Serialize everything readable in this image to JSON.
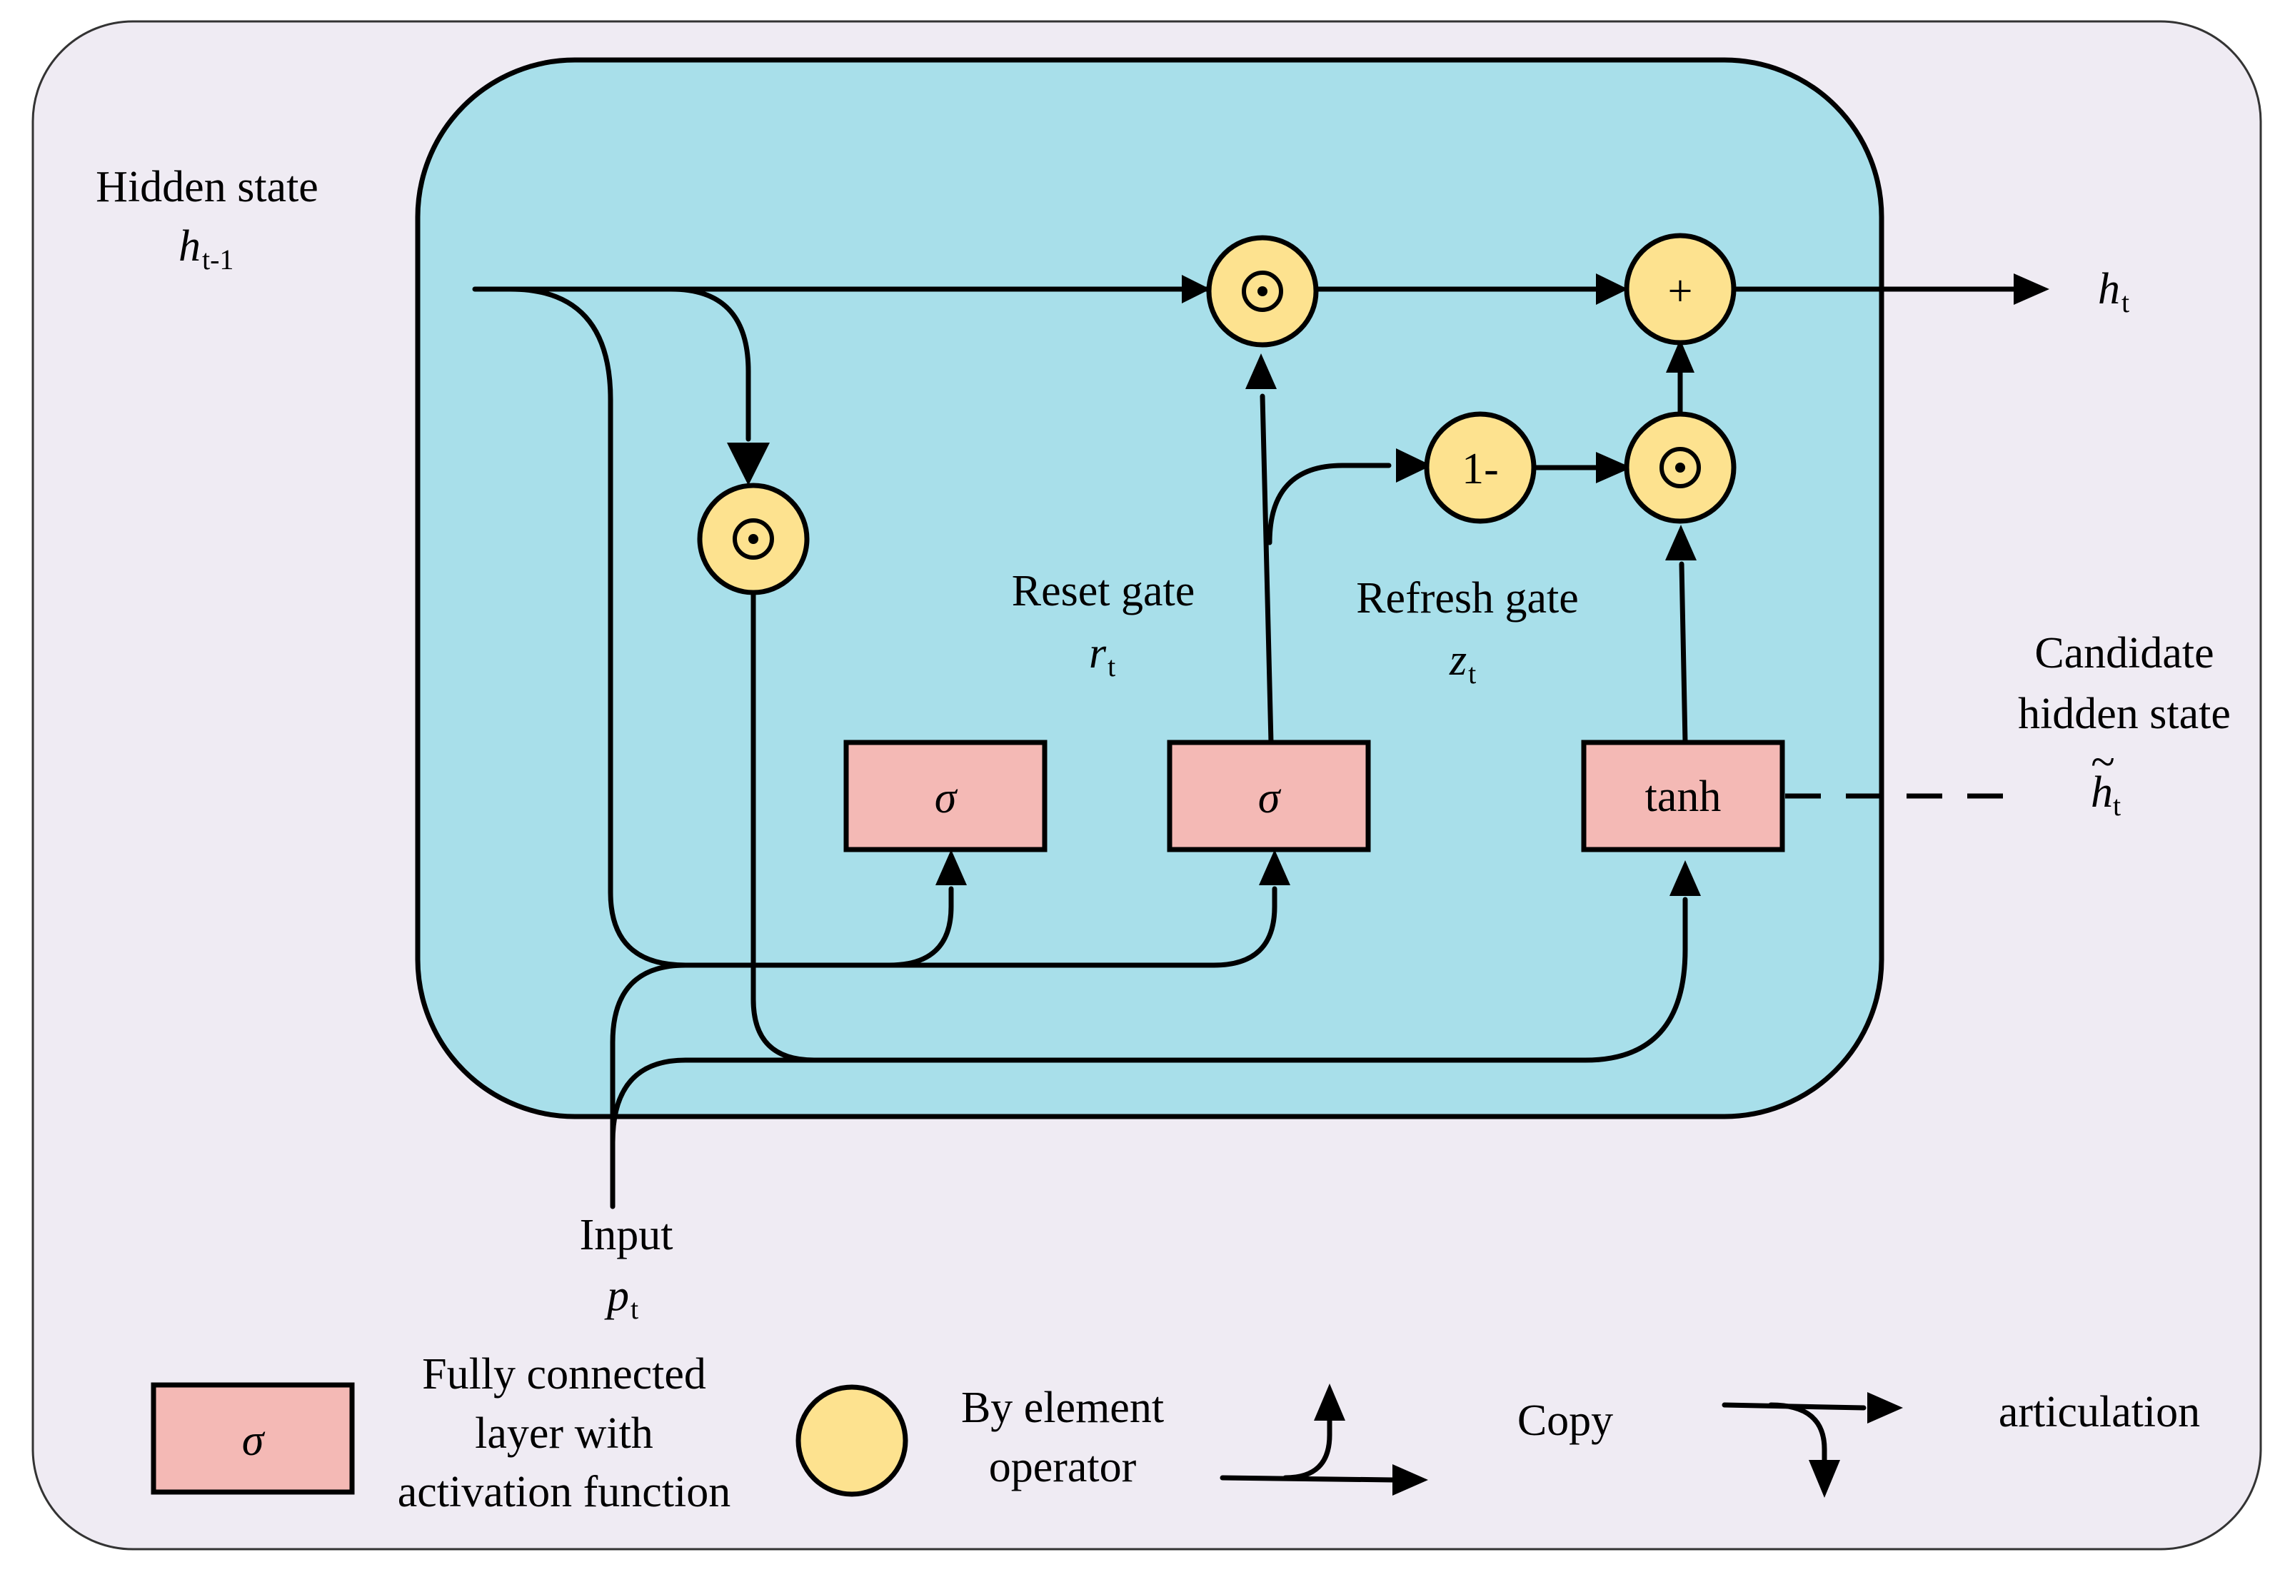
{
  "labels": {
    "hidden_state": "Hidden state",
    "h_prev_base": "h",
    "h_prev_sub": "t-1",
    "h_out_base": "h",
    "h_out_sub": "t",
    "reset_gate": "Reset gate",
    "r_base": "r",
    "r_sub": "t",
    "refresh_gate": "Refresh gate",
    "z_base": "z",
    "z_sub": "t",
    "candidate_line1": "Candidate",
    "candidate_line2": "hidden state",
    "h_tilde_base": "h",
    "h_tilde_accent": "~",
    "h_tilde_sub": "t",
    "input": "Input",
    "p_base": "p",
    "p_sub": "t"
  },
  "gates": {
    "sigma1": "σ",
    "sigma2": "σ",
    "tanh": "tanh"
  },
  "operators": {
    "mult": "⊙",
    "plus": "+",
    "one_minus": "1-"
  },
  "legend": {
    "fc_symbol": "σ",
    "fc_line1": "Fully connected",
    "fc_line2": "layer with",
    "fc_line3": "activation function",
    "op_line1": "By element",
    "op_line2": "operator",
    "copy": "Copy",
    "articulation": "articulation"
  },
  "colors": {
    "background": "#efebf3",
    "cell": "#a8dfea",
    "gate": "#f4b9b5",
    "operator": "#fde28f"
  }
}
